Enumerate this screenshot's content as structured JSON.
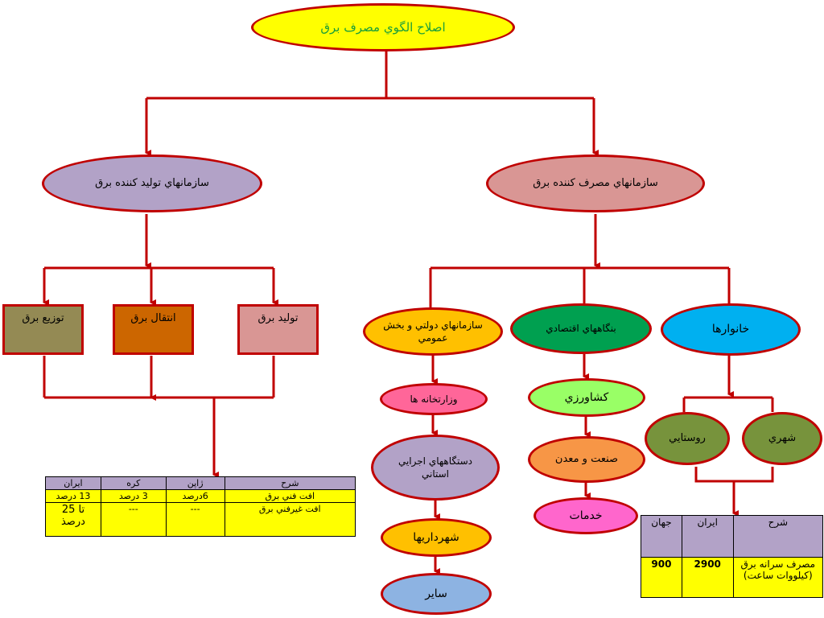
{
  "colors": {
    "line": "#c00000",
    "root": "#ffff00",
    "producers": "#b2a2c7",
    "consumers": "#d99694",
    "distribution": "#948a54",
    "transmission": "#cc6600",
    "generation": "#d99694",
    "government": "#ffc000",
    "enterprises": "#00a050",
    "households": "#00b0f0",
    "ministries": "#ff6699",
    "agencies": "#b2a2c7",
    "municipalities": "#ffc000",
    "other": "#8db3e2",
    "agriculture": "#99ff66",
    "industry": "#f79646",
    "services": "#ff66cc",
    "rural": "#77933c",
    "urban": "#77933c",
    "table_header": "#b2a2c7",
    "table_row": "#ffff00"
  },
  "root": {
    "label": "اصلاح الگوي مصرف برق"
  },
  "producers": {
    "label": "سازمانهاي توليد كننده برق"
  },
  "consumers": {
    "label": "سازمانهاي مصرف كننده برق"
  },
  "producer_children": {
    "distribution": "توزيع برق",
    "transmission": "انتقال برق",
    "generation": "توليد برق"
  },
  "consumer_children": {
    "government": "سازمانهاي دولتي و بخش عمومي",
    "enterprises": "بنگاههاي اقتصادي",
    "households": "خانوارها"
  },
  "government_children": {
    "ministries": "وزارتخانه ها",
    "agencies": "دستگاههاي اجرايي استاني",
    "municipalities": "شهرداريها",
    "other": "ساير"
  },
  "enterprise_children": {
    "agriculture": "كشاورزي",
    "industry": "صنعت و معدن",
    "services": "خدمات"
  },
  "household_children": {
    "rural": "روستايي",
    "urban": "شهري"
  },
  "loss_table": {
    "headers": [
      "شرح",
      "ژاپن",
      "كره",
      "ايران"
    ],
    "rows": [
      [
        "افت فني برق",
        "6درصد",
        "3 درصد",
        "13 درصد"
      ],
      [
        "افت غيرفني برق",
        "---",
        "---",
        "تا 25 درصذ"
      ]
    ]
  },
  "consumption_table": {
    "headers": [
      "شرح",
      "ايران",
      "جهان"
    ],
    "rows": [
      [
        "مصرف سرانه برق (كيلووات ساعت)",
        "2900",
        "900"
      ]
    ]
  }
}
